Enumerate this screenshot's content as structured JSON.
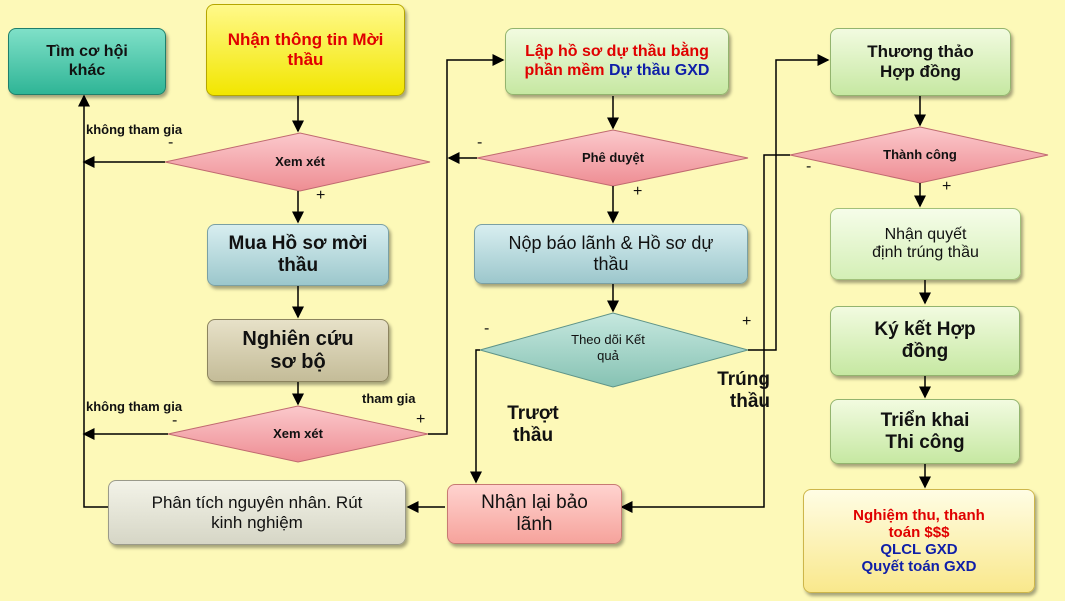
{
  "nodes": {
    "tim_co_hoi": "Tìm cơ hội khác",
    "nhan_thong_tin": "Nhận thông tin Mời thầu",
    "mua_ho_so": "Mua Hồ sơ mời thầu",
    "nghien_cuu": "Nghiên cứu sơ bộ",
    "phan_tich": "Phân tích nguyên nhân. Rút kinh nghiệm",
    "lap_ho_so_red": "Lập hồ sơ dự thầu bằng phần mềm",
    "lap_ho_so_blue": "Dự thầu GXD",
    "nop_bao_lanh": "Nộp báo lãnh & Hồ sơ dự thầu",
    "nhan_lai": "Nhận lại bảo lãnh",
    "thuong_thao": "Thương thảo Hợp đồng",
    "nhan_quyet_dinh": "Nhận quyết định trúng thầu",
    "ky_ket": "Ký kết Hợp đồng",
    "trien_khai": "Triển khai Thi công",
    "nghiem_thu_red": "Nghiệm thu, thanh toán $$$",
    "nghiem_thu_blue_1": "QLCL GXD",
    "nghiem_thu_blue_2": "Quyết toán GXD"
  },
  "decisions": {
    "xem_xet_1": "Xem xét",
    "xem_xet_2": "Xem xét",
    "phe_duyet": "Phê duyệt",
    "theo_doi": "Theo dõi Kết quả",
    "thanh_cong": "Thành công"
  },
  "labels": {
    "khong_tham_gia_1": "không tham gia",
    "khong_tham_gia_2": "không tham gia",
    "tham_gia": "tham gia",
    "truot_thau": "Trượt thầu",
    "trung_thau": "Trúng thầu",
    "minus": "-",
    "plus": "+"
  },
  "colors": {
    "background": "#fdf9b8",
    "decision_pink": "#f4a9ad",
    "decision_teal": "#9fd0c4",
    "text_red": "#e00000",
    "text_navy": "#0f1fa8"
  }
}
